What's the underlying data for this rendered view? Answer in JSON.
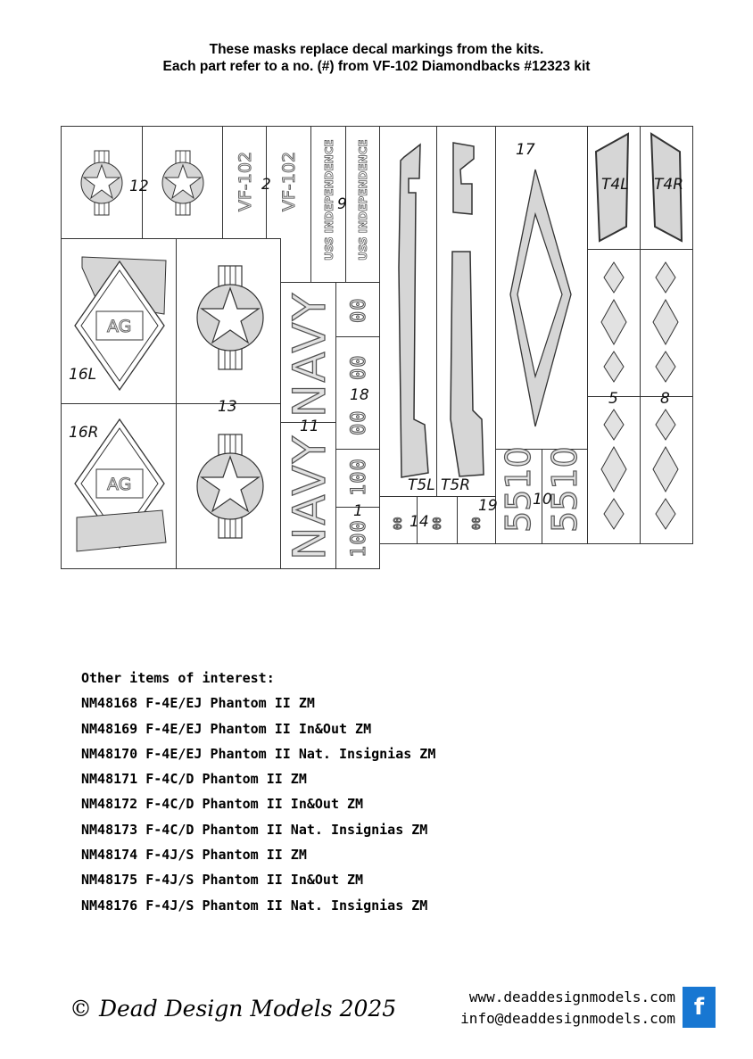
{
  "header": {
    "line1": "These masks replace decal markings from the kits.",
    "line2": "Each part refer to a no. (#) from VF-102 Diamondbacks #12323 kit"
  },
  "sheet": {
    "labels": {
      "p12": "12",
      "p2": "2",
      "p9": "9",
      "p17": "17",
      "t4l": "T4L",
      "t4r": "T4R",
      "p16l": "16L",
      "p13": "13",
      "p18": "18",
      "p11": "11",
      "p1": "1",
      "p16r": "16R",
      "p5": "5",
      "p8": "8",
      "t5l": "T5L",
      "t5r": "T5R",
      "p14": "14",
      "p19": "19",
      "p10": "10"
    },
    "texts": {
      "vf102": "VF-102",
      "uss": "USS INDEPENDENCE",
      "navy": "NAVY",
      "n00": "00",
      "n100": "100",
      "n5510": "5510",
      "ag": "AG"
    }
  },
  "others": {
    "title": "Other items of interest:",
    "items": [
      "NM48168 F-4E/EJ Phantom II ZM",
      "NM48169 F-4E/EJ Phantom II In&Out ZM",
      "NM48170 F-4E/EJ Phantom II Nat. Insignias ZM",
      "NM48171 F-4C/D Phantom II ZM",
      "NM48172 F-4C/D Phantom II In&Out ZM",
      "NM48173 F-4C/D Phantom II Nat. Insignias ZM",
      "NM48174 F-4J/S Phantom II ZM",
      "NM48175 F-4J/S Phantom II In&Out ZM",
      "NM48176 F-4J/S Phantom II Nat. Insignias ZM"
    ]
  },
  "footer": {
    "brand": "© Dead Design Models 2025",
    "website": "www.deaddesignmodels.com",
    "email": "info@deaddesignmodels.com",
    "facebook_glyph": "f",
    "facebook_color": "#1877d2"
  }
}
